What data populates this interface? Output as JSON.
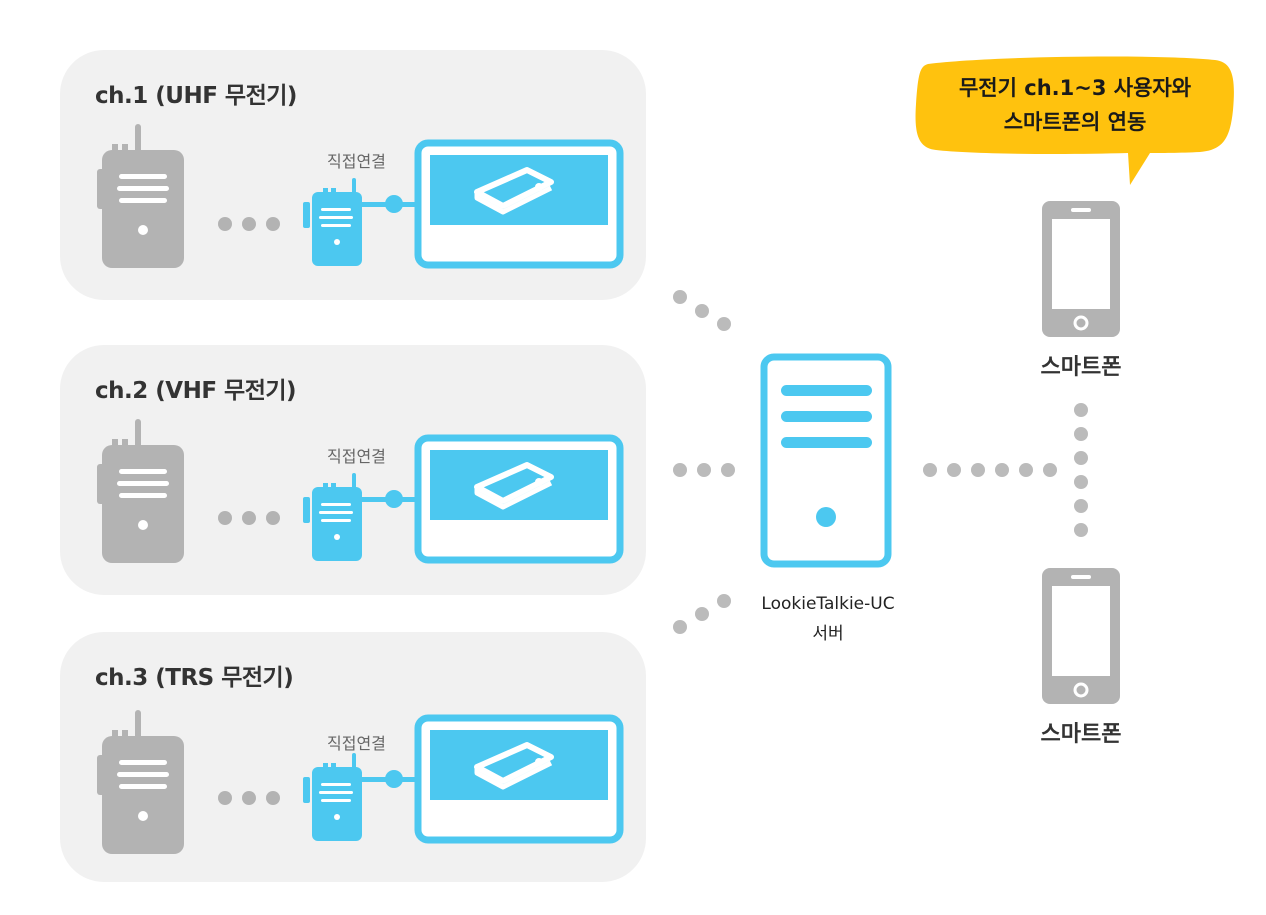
{
  "channels": [
    {
      "title": "ch.1 (UHF 무전기)",
      "link_label": "직접연결"
    },
    {
      "title": "ch.2 (VHF 무전기)",
      "link_label": "직접연결"
    },
    {
      "title": "ch.3 (TRS 무전기)",
      "link_label": "직접연결"
    }
  ],
  "server": {
    "line1": "LookieTalkie-UC",
    "line2": "서버"
  },
  "phones": [
    {
      "label": "스마트폰"
    },
    {
      "label": "스마트폰"
    }
  ],
  "callout": {
    "line1": "무전기 ch.1~3 사용자와",
    "line2": "스마트폰의 연동"
  },
  "colors": {
    "accent": "#4cc8f0",
    "panel": "#f1f1f1",
    "device_gray": "#b3b3b3",
    "dot_gray": "#bbbbbb",
    "callout": "#ffc20e"
  },
  "icons": [
    "radio-icon",
    "relay-radio-icon",
    "gateway-icon",
    "server-icon",
    "smartphone-icon",
    "speech-bubble-icon"
  ]
}
